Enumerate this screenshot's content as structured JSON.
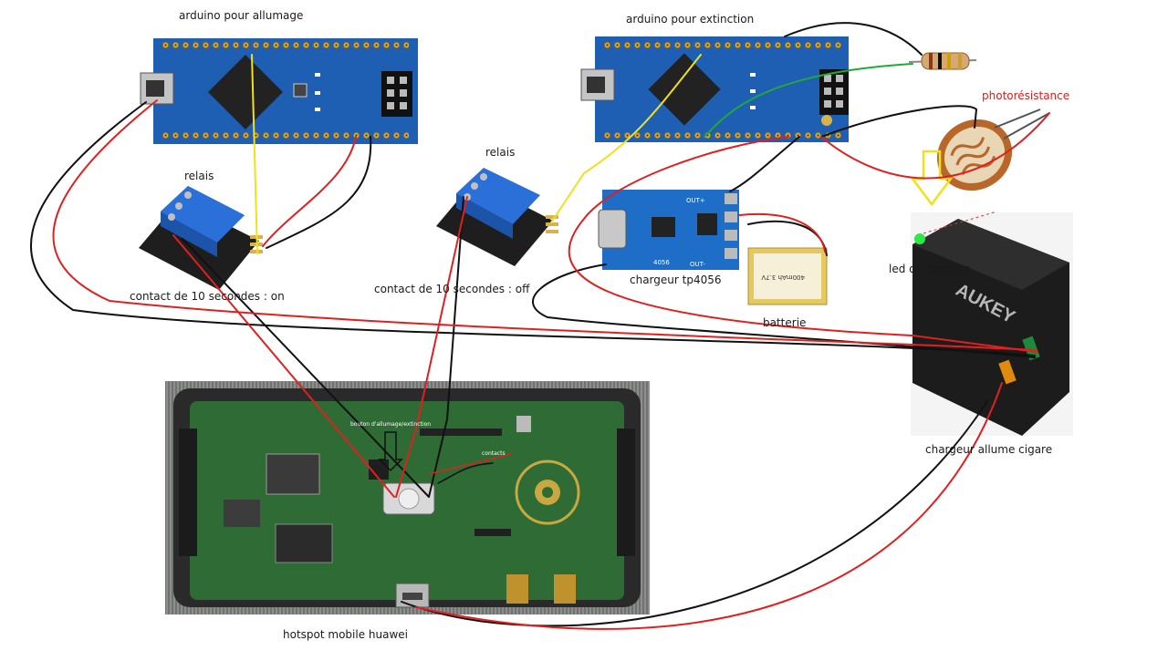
{
  "labels": {
    "arduino_on": "arduino pour allumage",
    "arduino_off": "arduino pour extinction",
    "relay_left": "relais",
    "relay_right": "relais",
    "contact_on": "contact de 10 secondes : on",
    "contact_off": "contact de 10 secondes : off",
    "charger_tp": "chargeur tp4056",
    "battery": "batterie",
    "photoresistor": "photorésistance",
    "led": "led de fonction",
    "car_charger": "chargeur allume cigare",
    "hotspot": "hotspot mobile huawei",
    "power_button": "bouton d'allumage/extinction",
    "contacts": "contacts"
  },
  "board_text": {
    "charger_brand": "AUKEY",
    "tp_model": "4056",
    "tp_out": "OUT-",
    "tp_out_plus": "OUT+",
    "battery_label": "400mAh 3.7V"
  },
  "colors": {
    "wire_red": "#e02020",
    "wire_black": "#111111",
    "wire_yellow": "#f2e01a",
    "wire_green": "#22a83a",
    "arduino_blue": "#1e5fb4",
    "relay_blue": "#2266c8",
    "pcb_green": "#2f6b34",
    "led_label_red": "#d42020"
  }
}
